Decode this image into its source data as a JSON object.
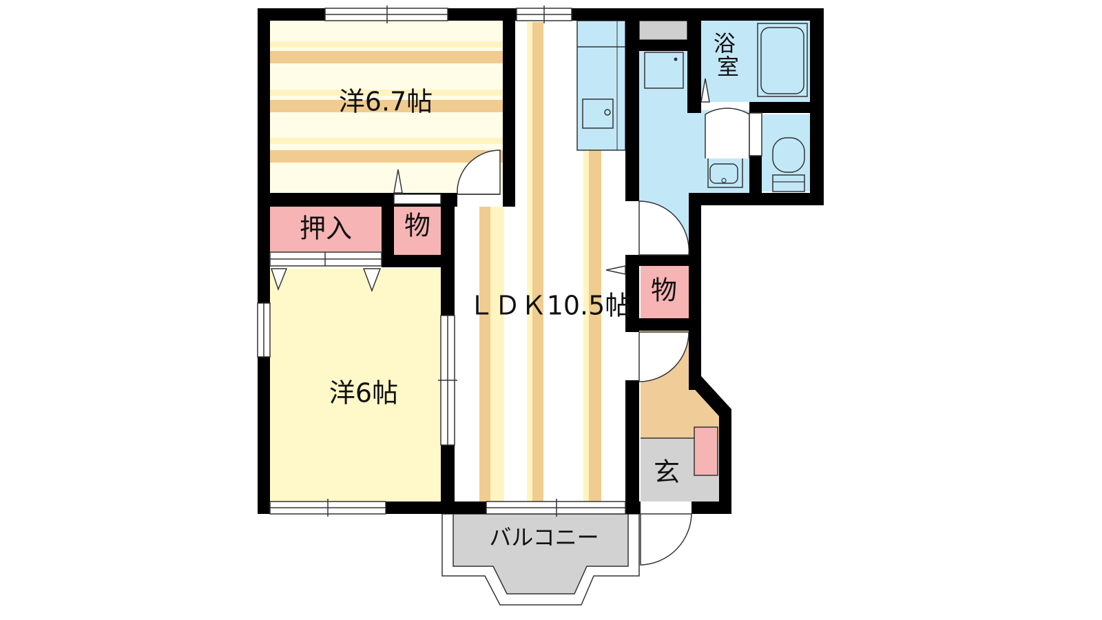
{
  "rooms": {
    "western_1": "洋6.7帖",
    "western_2": "洋6帖",
    "oshiire": "押入",
    "storage_1": "物",
    "storage_2": "物",
    "ldk": "ＬＤＫ10.5帖",
    "bath": "浴室",
    "entrance": "玄",
    "balcony": "バルコニー"
  },
  "colors": {
    "wall": "#000000",
    "western_1_floor": "#fffde8",
    "western_1_stripe": "#f0cc90",
    "western_2_floor": "#fff8c8",
    "ldk_floor": "#ffffff",
    "ldk_stripe_tan": "#f0cc90",
    "ldk_stripe_yellow": "#fff5c0",
    "wet_area": "#c2e8f8",
    "closet": "#f6b4b4",
    "entrance_floor": "#f0cc98",
    "entrance_tile": "#d2d2d2",
    "balcony": "#d2d2d2"
  }
}
